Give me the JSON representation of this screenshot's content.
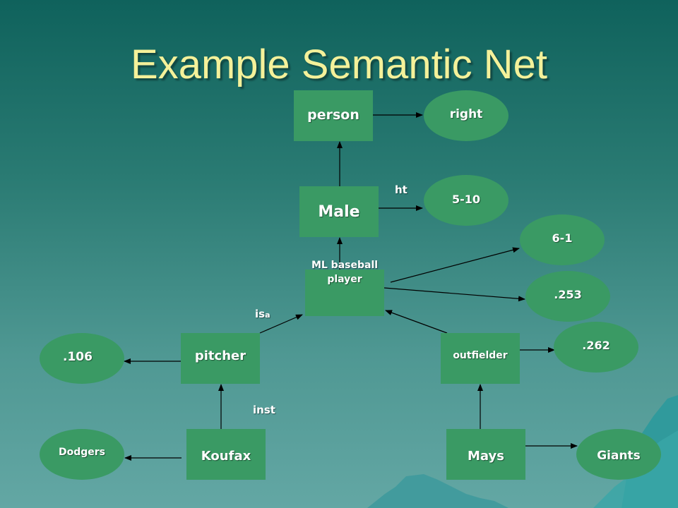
{
  "slide": {
    "title": "Example Semantic Net"
  },
  "nodes": {
    "person": "person",
    "right": "right",
    "male": "Male",
    "ht_value": "5-10",
    "ml_player": "ML baseball player",
    "val_6_1": "6-1",
    "val_253": ".253",
    "val_262": ".262",
    "pitcher": "pitcher",
    "val_106": ".106",
    "outfielder": "outfielder",
    "dodgers": "Dodgers",
    "koufax": "Koufax",
    "mays": "Mays",
    "giants": "Giants"
  },
  "edge_labels": {
    "ht": "ht",
    "isa_main": "is",
    "isa_sub": "a",
    "inst": "inst"
  },
  "colors": {
    "node_fill": "#3a9a64",
    "title": "#f4f19a",
    "edge": "#000000"
  }
}
